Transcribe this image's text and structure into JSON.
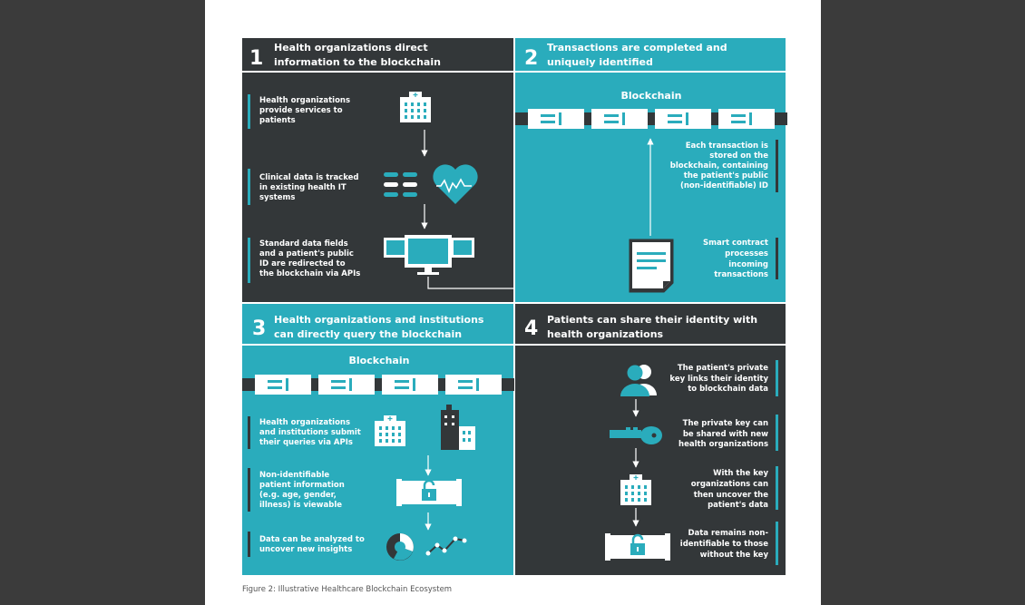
{
  "caption": "Figure 2: Illustrative Healthcare Blockchain Ecosystem",
  "colors": {
    "dark": "#333739",
    "teal": "#2aacbc",
    "white": "#ffffff"
  },
  "panels": {
    "p1": {
      "number": "1",
      "title": [
        "Health organizations direct",
        "information to the blockchain"
      ],
      "steps": [
        {
          "text": [
            "Health organizations",
            "provide services to",
            "patients"
          ],
          "icon": "hospital-icon"
        },
        {
          "text": [
            "Clinical data is tracked",
            "in existing health IT",
            "systems"
          ],
          "icon": "heart-monitor-icon"
        },
        {
          "text": [
            "Standard data fields",
            "and a patient's public",
            "ID are redirected to",
            "the blockchain via APIs"
          ],
          "icon": "monitors-icon"
        }
      ]
    },
    "p2": {
      "number": "2",
      "title": [
        "Transactions are completed and",
        "uniquely identified"
      ],
      "blockchain_label": "Blockchain",
      "steps": [
        {
          "text": [
            "Each transaction is",
            "stored on the",
            "blockchain, containing",
            "the patient's public",
            "(non-identifiable) ID"
          ]
        },
        {
          "text": [
            "Smart contract",
            "processes",
            "incoming",
            "transactions"
          ],
          "icon": "document-icon"
        }
      ]
    },
    "p3": {
      "number": "3",
      "title": [
        "Health organizations and institutions",
        "can directly query the blockchain"
      ],
      "blockchain_label": "Blockchain",
      "steps": [
        {
          "text": [
            "Health organizations",
            "and institutions submit",
            "their queries via APIs"
          ],
          "icon": "buildings-icon"
        },
        {
          "text": [
            "Non-identifiable",
            "patient information",
            "(e.g. age, gender,",
            "illness) is viewable"
          ],
          "icon": "unlocked-block-icon"
        },
        {
          "text": [
            "Data can be analyzed to",
            "uncover new insights"
          ],
          "icon": "analytics-icon"
        }
      ]
    },
    "p4": {
      "number": "4",
      "title": [
        "Patients can share their identity with",
        "health organizations"
      ],
      "steps": [
        {
          "text": [
            "The patient's private",
            "key links their identity",
            "to blockchain data"
          ],
          "icon": "patients-icon"
        },
        {
          "text": [
            "The private key can",
            "be shared with new",
            "health organizations"
          ],
          "icon": "key-icon"
        },
        {
          "text": [
            "With the key",
            "organizations can",
            "then uncover the",
            "patient's data"
          ],
          "icon": "hospital-icon"
        },
        {
          "text": [
            "Data remains non-",
            "identifiable to those",
            "without the key"
          ],
          "icon": "unlocked-block-icon"
        }
      ]
    }
  }
}
